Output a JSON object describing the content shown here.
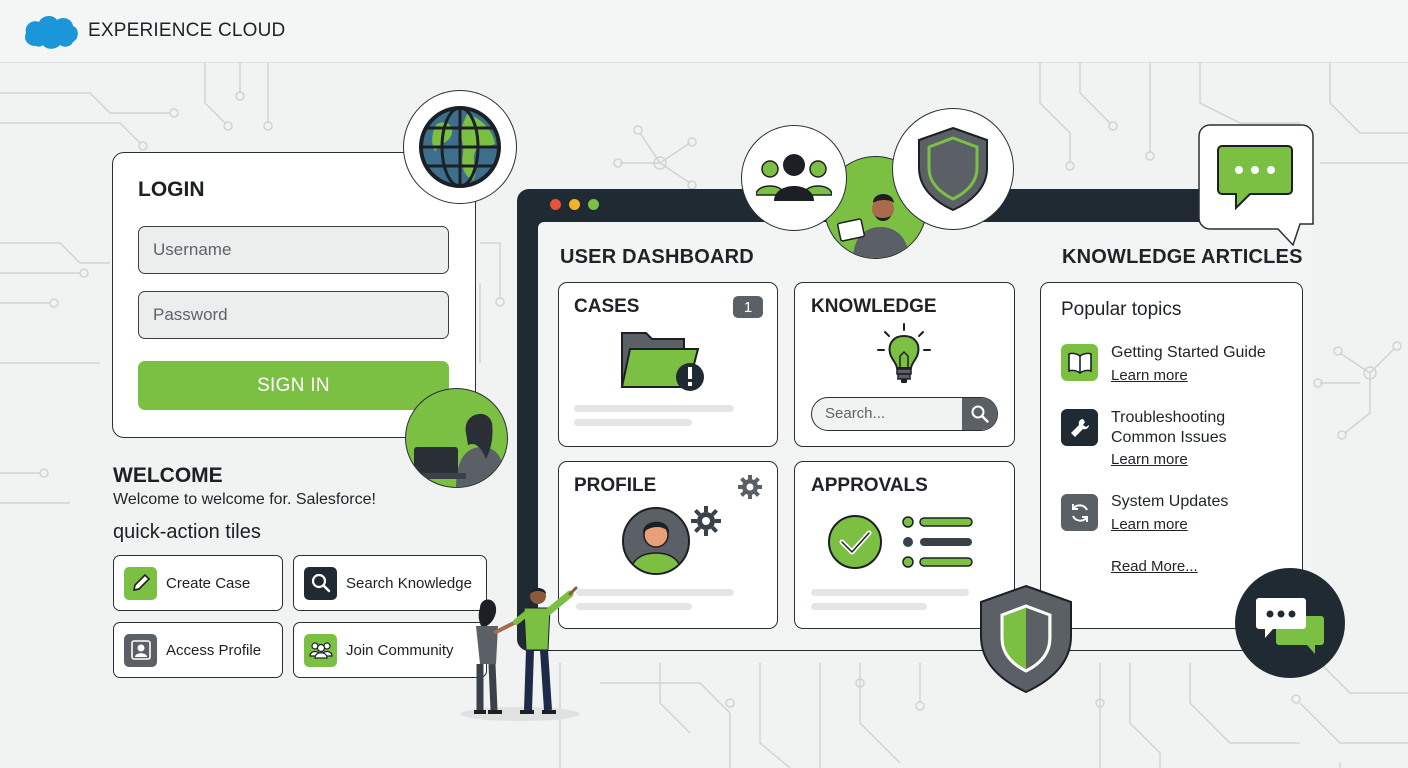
{
  "header": {
    "brand": "EXPERIENCE CLOUD"
  },
  "login": {
    "title": "LOGIN",
    "username_placeholder": "Username",
    "password_placeholder": "Password",
    "signin_label": "SIGN IN"
  },
  "welcome": {
    "title": "WELCOME",
    "text": "Welcome to welcome for. Salesforce!"
  },
  "quick_actions": {
    "title": "quick-action tiles",
    "tiles": [
      {
        "label": "Create Case",
        "icon": "pencil-icon"
      },
      {
        "label": "Search Knowledge",
        "icon": "search-icon"
      },
      {
        "label": "Access Profile",
        "icon": "person-icon"
      },
      {
        "label": "Join Community",
        "icon": "group-icon"
      }
    ]
  },
  "dashboard": {
    "title": "USER DASHBOARD",
    "cases": {
      "title": "CASES",
      "count": "1"
    },
    "knowledge": {
      "title": "KNOWLEDGE",
      "search_placeholder": "Search..."
    },
    "profile": {
      "title": "PROFILE"
    },
    "approvals": {
      "title": "APPROVALS"
    }
  },
  "knowledge_articles": {
    "title": "KNOWLEDGE ARTICLES",
    "popular_title": "Popular topics",
    "items": [
      {
        "title": "Getting Started Guide",
        "link": "Learn more",
        "icon": "book-icon"
      },
      {
        "title": "Troubleshooting Common Issues",
        "title_line1": "Troubleshooting",
        "title_line2": "Common Issues",
        "link": "Learn more",
        "icon": "wrench-icon"
      },
      {
        "title": "System Updates",
        "link": "Learn more",
        "icon": "refresh-icon"
      }
    ],
    "read_more": "Read More..."
  },
  "colors": {
    "accent_green": "#7cc043",
    "dark": "#1f2a33",
    "grey": "#5a6066",
    "brand_blue": "#1b96d9"
  }
}
